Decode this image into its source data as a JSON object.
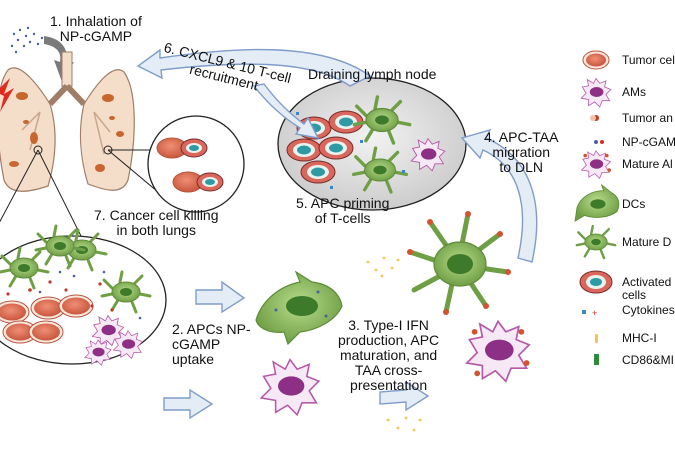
{
  "steps": {
    "s1": [
      "1. Inhalation of",
      "NP-cGAMP"
    ],
    "s2": [
      "2. APCs NP-",
      "cGAMP",
      "uptake"
    ],
    "s3": [
      "3. Type-I IFN",
      "production, APC",
      "maturation, and",
      "TAA cross-",
      "presentation"
    ],
    "s4": [
      "4. APC-TAA",
      "migration",
      "to DLN"
    ],
    "s5": [
      "5. APC priming",
      "of T-cells"
    ],
    "s6": [
      "6. CXCL9 & 10 T-cell",
      "recruitment"
    ],
    "s7": [
      "7. Cancer cell killing",
      "in both lungs"
    ]
  },
  "node_title": "Draining lymph node",
  "legend": {
    "tumor_cells": "Tumor cel",
    "ams": "AMs",
    "tumor_antigen": "Tumor an",
    "np_cgamp": "NP-cGAM",
    "mature_ams": "Mature Al",
    "dcs": "DCs",
    "mature_dcs": "Mature D",
    "activated_t": [
      "Activated",
      "cells"
    ],
    "cytokines": "Cytokines",
    "mhc1": "MHC-I",
    "cd86": "CD86&MI"
  },
  "colors": {
    "arrow_fill": "#e4ecf6",
    "arrow_stroke": "#7f9ccb",
    "lung": "#f4ddc9",
    "tumor_red": "#d86a4a",
    "dc_green": "#8ab85b",
    "am_purple": "#8e2f86",
    "tcell_teal": "#2f9aa4"
  }
}
